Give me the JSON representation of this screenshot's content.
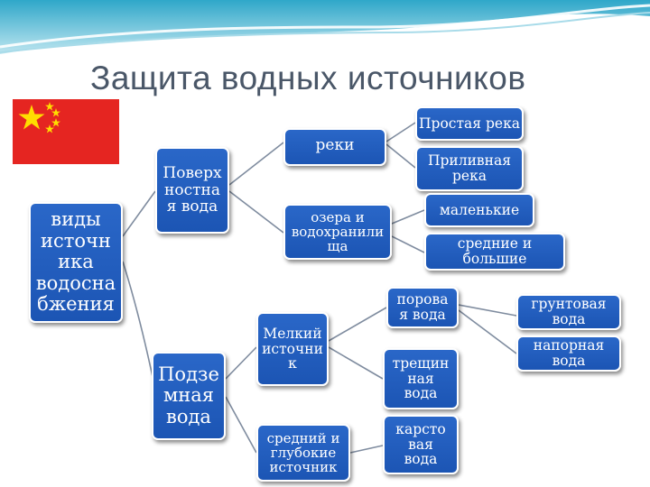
{
  "slide": {
    "title": "Защита водных источников",
    "colors": {
      "node_fill": "#2060c0",
      "node_border": "#ffffff",
      "connector": "#7f8c9f",
      "flag_red": "#e52521",
      "flag_star": "#ffde00",
      "title_text": "#4a5768"
    }
  },
  "flag": {
    "icon": "china-flag-icon"
  },
  "diagram": {
    "root": "виды\nисточн\nика\nводосна\nбжения",
    "surface": "Поверх\nностна\nя вода",
    "ground": "Подзе\nмная\nвода",
    "rivers": "реки",
    "lakes": "озера и\nводохранили\nща",
    "simple_river": "Простая река",
    "tidal_river": "Приливная\nрека",
    "small": "маленькие",
    "medium_large": "средние и\nбольшие",
    "shallow_source": "Мелкий\nисточни\nк",
    "deep_source": "средний и\nглубокие\nисточник",
    "pore_water": "порова\nя вода",
    "fissure_water": "трещин\nная\nвода",
    "karst_water": "карсто\nвая\nвода",
    "groundwater": "грунтовая\nвода",
    "pressure_water": "напорная\nвода"
  }
}
